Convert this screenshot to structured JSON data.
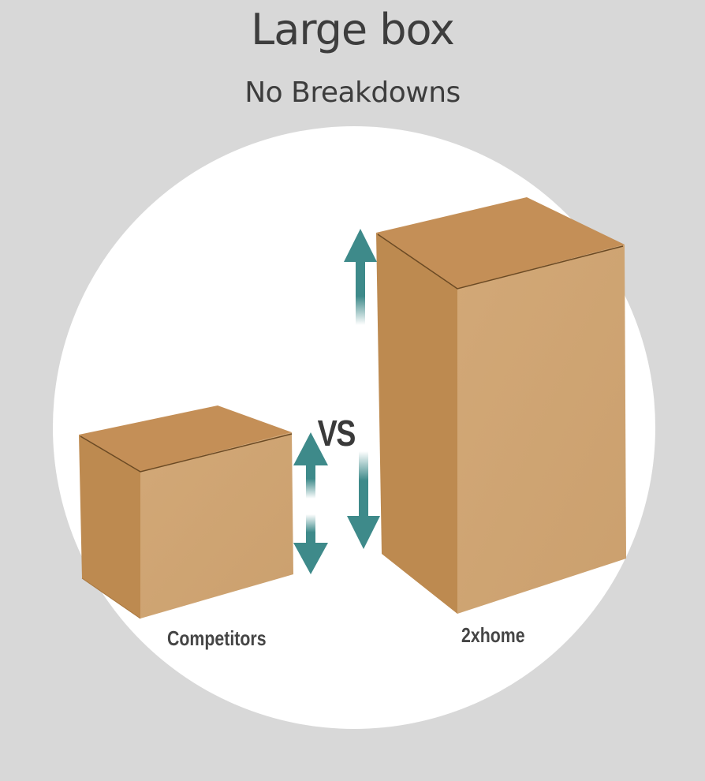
{
  "header": {
    "title": "Large box",
    "subtitle": "No Breakdowns"
  },
  "comparison": {
    "vs_label": "VS",
    "left_label": "Competitors",
    "right_label": "2xhome"
  },
  "colors": {
    "background": "#d8d8d8",
    "circle": "#ffffff",
    "box_front": "#cfa473",
    "box_side": "#bd8a50",
    "box_top": "#c48f55",
    "arrow": "#3e8a8a",
    "text": "#3d3d3d"
  }
}
